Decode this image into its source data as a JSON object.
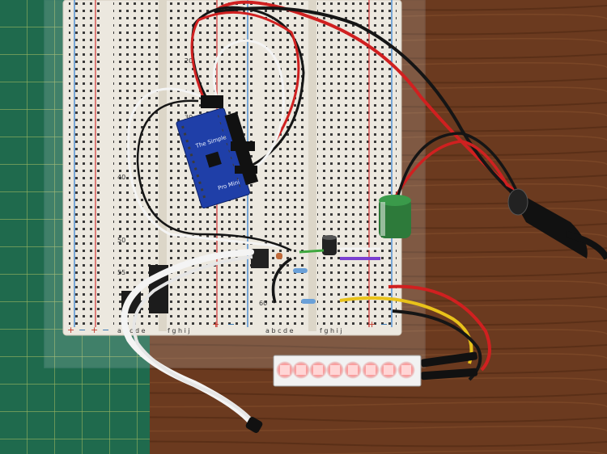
{
  "breadboard": {
    "column_letters_left": "a b c d e",
    "column_letters_left2": "f g h i j",
    "column_letters_right": "a b c d e",
    "column_letters_right2": "f g h i j",
    "row_numbers": [
      "20",
      "30",
      "40",
      "50",
      "55",
      "60"
    ],
    "rail_plus": "+",
    "rail_minus": "−"
  },
  "pro_mini": {
    "label": "The Simple",
    "label2": "Pro Mini"
  },
  "colors": {
    "wood": "#6b3a1f",
    "mat": "#1f6b4e",
    "breadboard": "#ece8df",
    "pcb": "#1f3fa8",
    "led_glow": "#ff9a9a",
    "wire_red": "#d02020",
    "wire_black": "#151515",
    "wire_white": "#f4f4f4",
    "wire_yellow": "#e8c21a",
    "wire_purple": "#7a3fd0",
    "wire_green": "#3fa83f"
  }
}
